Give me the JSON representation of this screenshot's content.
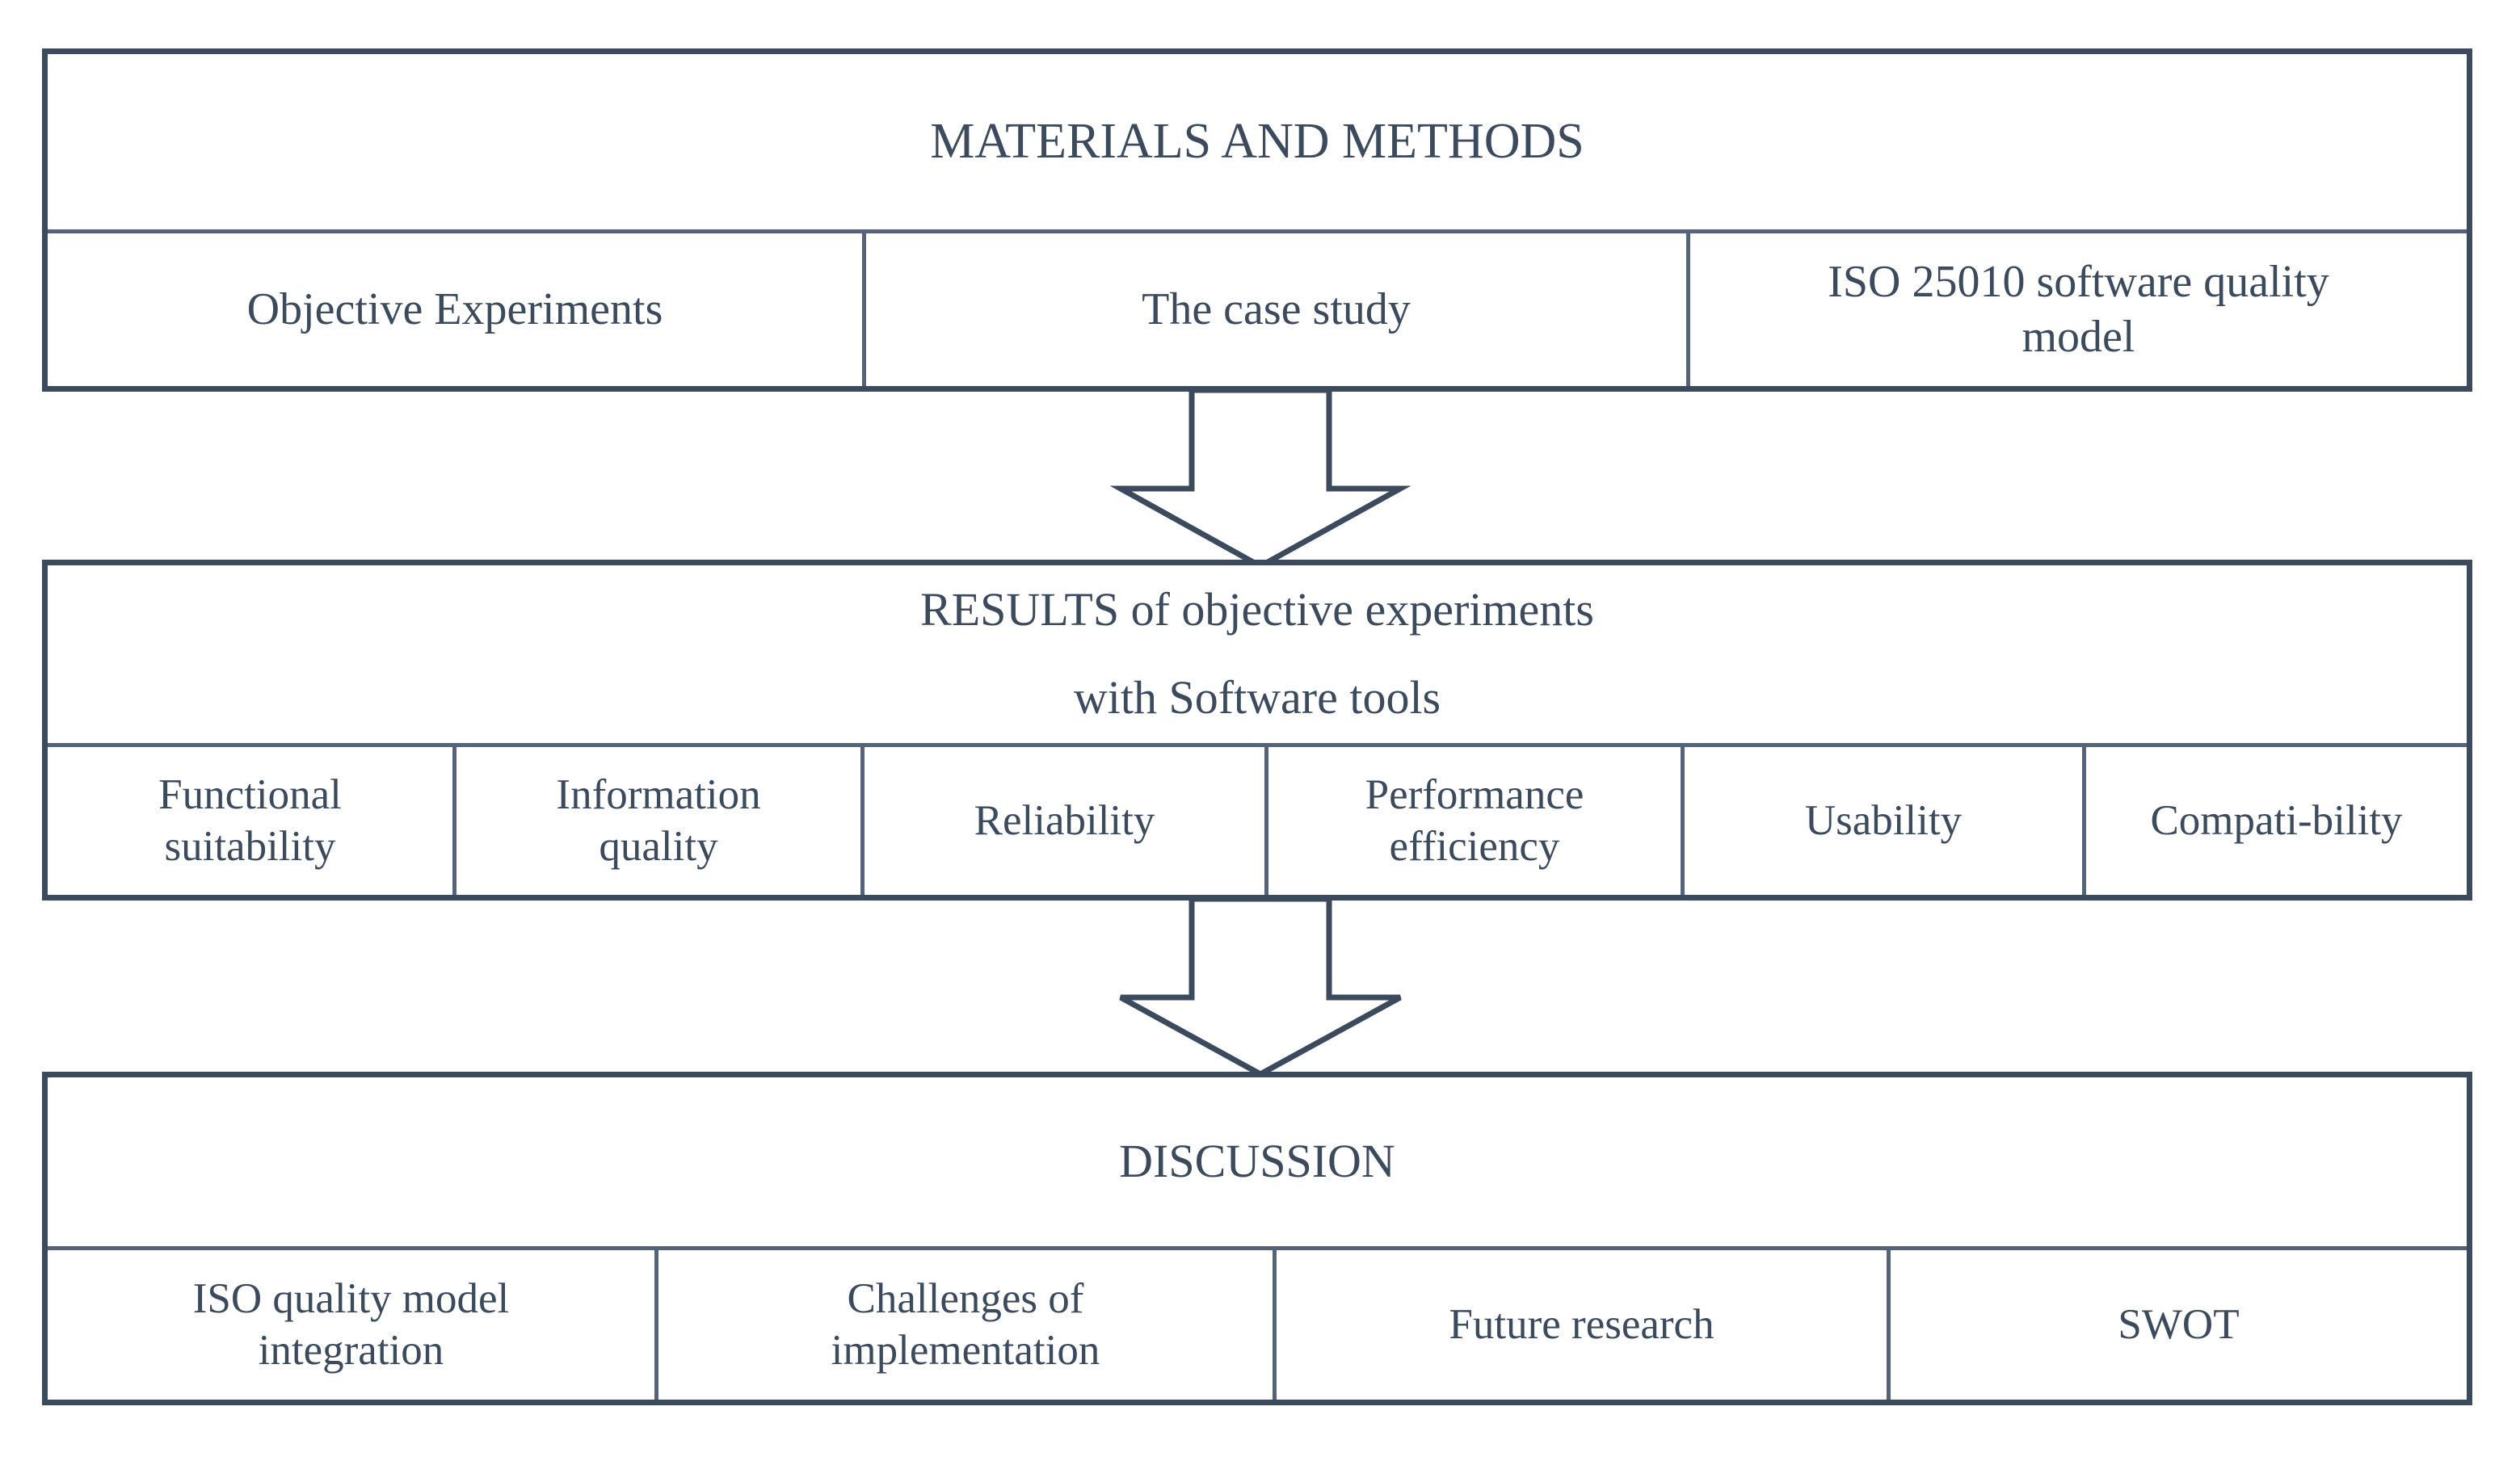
{
  "diagram": {
    "title": "Research methodology flow diagram",
    "colors": {
      "border": "#3c4a5e",
      "inner_border": "#54637a",
      "text": "#3c4a5e",
      "background": "#ffffff"
    },
    "blocks": [
      {
        "id": "materials",
        "title_lines": [
          "MATERIALS AND METHODS"
        ],
        "cells": [
          {
            "lines": [
              "Objective Experiments"
            ]
          },
          {
            "lines": [
              "The case study"
            ]
          },
          {
            "lines": [
              "ISO 25010 software quality",
              "model"
            ]
          }
        ]
      },
      {
        "id": "results",
        "title_lines": [
          "RESULTS of objective experiments",
          "with Software tools"
        ],
        "cells": [
          {
            "lines": [
              "Functional",
              "suitability"
            ]
          },
          {
            "lines": [
              "Information",
              "quality"
            ]
          },
          {
            "lines": [
              "Reliability"
            ]
          },
          {
            "lines": [
              "Performance",
              "efficiency"
            ]
          },
          {
            "lines": [
              "Usability"
            ]
          },
          {
            "lines": [
              "Compati-bility"
            ]
          }
        ]
      },
      {
        "id": "discussion",
        "title_lines": [
          "DISCUSSION"
        ],
        "cells": [
          {
            "lines": [
              "ISO quality model",
              "integration"
            ]
          },
          {
            "lines": [
              "Challenges of",
              "implementation"
            ]
          },
          {
            "lines": [
              "Future research"
            ]
          },
          {
            "lines": [
              "SWOT"
            ]
          }
        ]
      }
    ],
    "connectors": [
      {
        "id": "arrow-1",
        "from": "materials",
        "to": "results",
        "direction": "down"
      },
      {
        "id": "arrow-2",
        "from": "results",
        "to": "discussion",
        "direction": "down"
      }
    ]
  }
}
